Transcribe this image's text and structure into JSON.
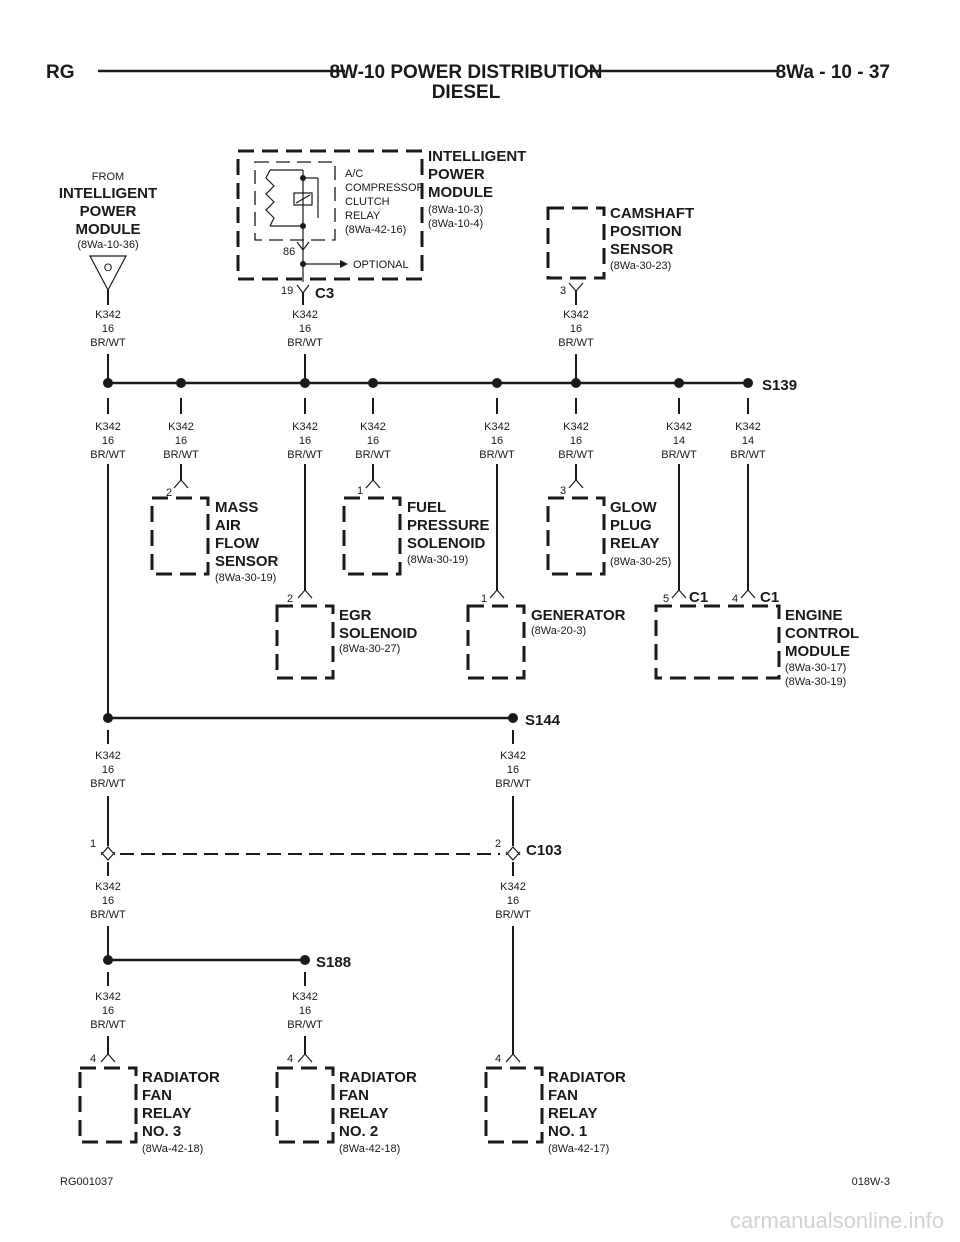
{
  "header": {
    "left": "RG",
    "title_line1": "8W-10 POWER DISTRIBUTION",
    "title_line2": "DIESEL",
    "right": "8Wa - 10 - 37"
  },
  "wire": {
    "circuit": "K342",
    "gauge16": "16",
    "gauge14": "14",
    "color": "BR/WT"
  },
  "from_source": {
    "prefix": "FROM",
    "name_line1": "INTELLIGENT",
    "name_line2": "POWER",
    "name_line3": "MODULE",
    "ref": "(8Wa-10-36)",
    "connector_letter": "O"
  },
  "ipm": {
    "name_line1": "INTELLIGENT",
    "name_line2": "POWER",
    "name_line3": "MODULE",
    "ref1": "(8Wa-10-3)",
    "ref2": "(8Wa-10-4)",
    "relay_line1": "A/C",
    "relay_line2": "COMPRESSOR",
    "relay_line3": "CLUTCH",
    "relay_line4": "RELAY",
    "relay_ref": "(8Wa-42-16)",
    "pin_86": "86",
    "optional": "OPTIONAL",
    "pin": "19",
    "connector": "C3"
  },
  "camshaft": {
    "line1": "CAMSHAFT",
    "line2": "POSITION",
    "line3": "SENSOR",
    "ref": "(8Wa-30-23)",
    "pin": "3"
  },
  "splices": {
    "s139": "S139",
    "s144": "S144",
    "s188": "S188",
    "c103": "C103",
    "c103_pin1": "1",
    "c103_pin2": "2"
  },
  "maf": {
    "line1": "MASS",
    "line2": "AIR",
    "line3": "FLOW",
    "line4": "SENSOR",
    "ref": "(8Wa-30-19)",
    "pin": "2"
  },
  "fuel": {
    "line1": "FUEL",
    "line2": "PRESSURE",
    "line3": "SOLENOID",
    "ref": "(8Wa-30-19)",
    "pin": "1"
  },
  "glow": {
    "line1": "GLOW",
    "line2": "PLUG",
    "line3": "RELAY",
    "ref": "(8Wa-30-25)",
    "pin": "3"
  },
  "egr": {
    "line1": "EGR",
    "line2": "SOLENOID",
    "ref": "(8Wa-30-27)",
    "pin": "2"
  },
  "generator": {
    "line1": "GENERATOR",
    "ref": "(8Wa-20-3)",
    "pin": "1"
  },
  "ecm": {
    "line1": "ENGINE",
    "line2": "CONTROL",
    "line3": "MODULE",
    "ref1": "(8Wa-30-17)",
    "ref2": "(8Wa-30-19)",
    "pin_a": "5",
    "conn_a": "C1",
    "pin_b": "4",
    "conn_b": "C1"
  },
  "relay3": {
    "line1": "RADIATOR",
    "line2": "FAN",
    "line3": "RELAY",
    "line4": "NO. 3",
    "ref": "(8Wa-42-18)",
    "pin": "4"
  },
  "relay2": {
    "line1": "RADIATOR",
    "line2": "FAN",
    "line3": "RELAY",
    "line4": "NO. 2",
    "ref": "(8Wa-42-18)",
    "pin": "4"
  },
  "relay1": {
    "line1": "RADIATOR",
    "line2": "FAN",
    "line3": "RELAY",
    "line4": "NO. 1",
    "ref": "(8Wa-42-17)",
    "pin": "4"
  },
  "footer": {
    "left": "RG001037",
    "right": "018W-3",
    "watermark": "carmanualsonline.info"
  }
}
